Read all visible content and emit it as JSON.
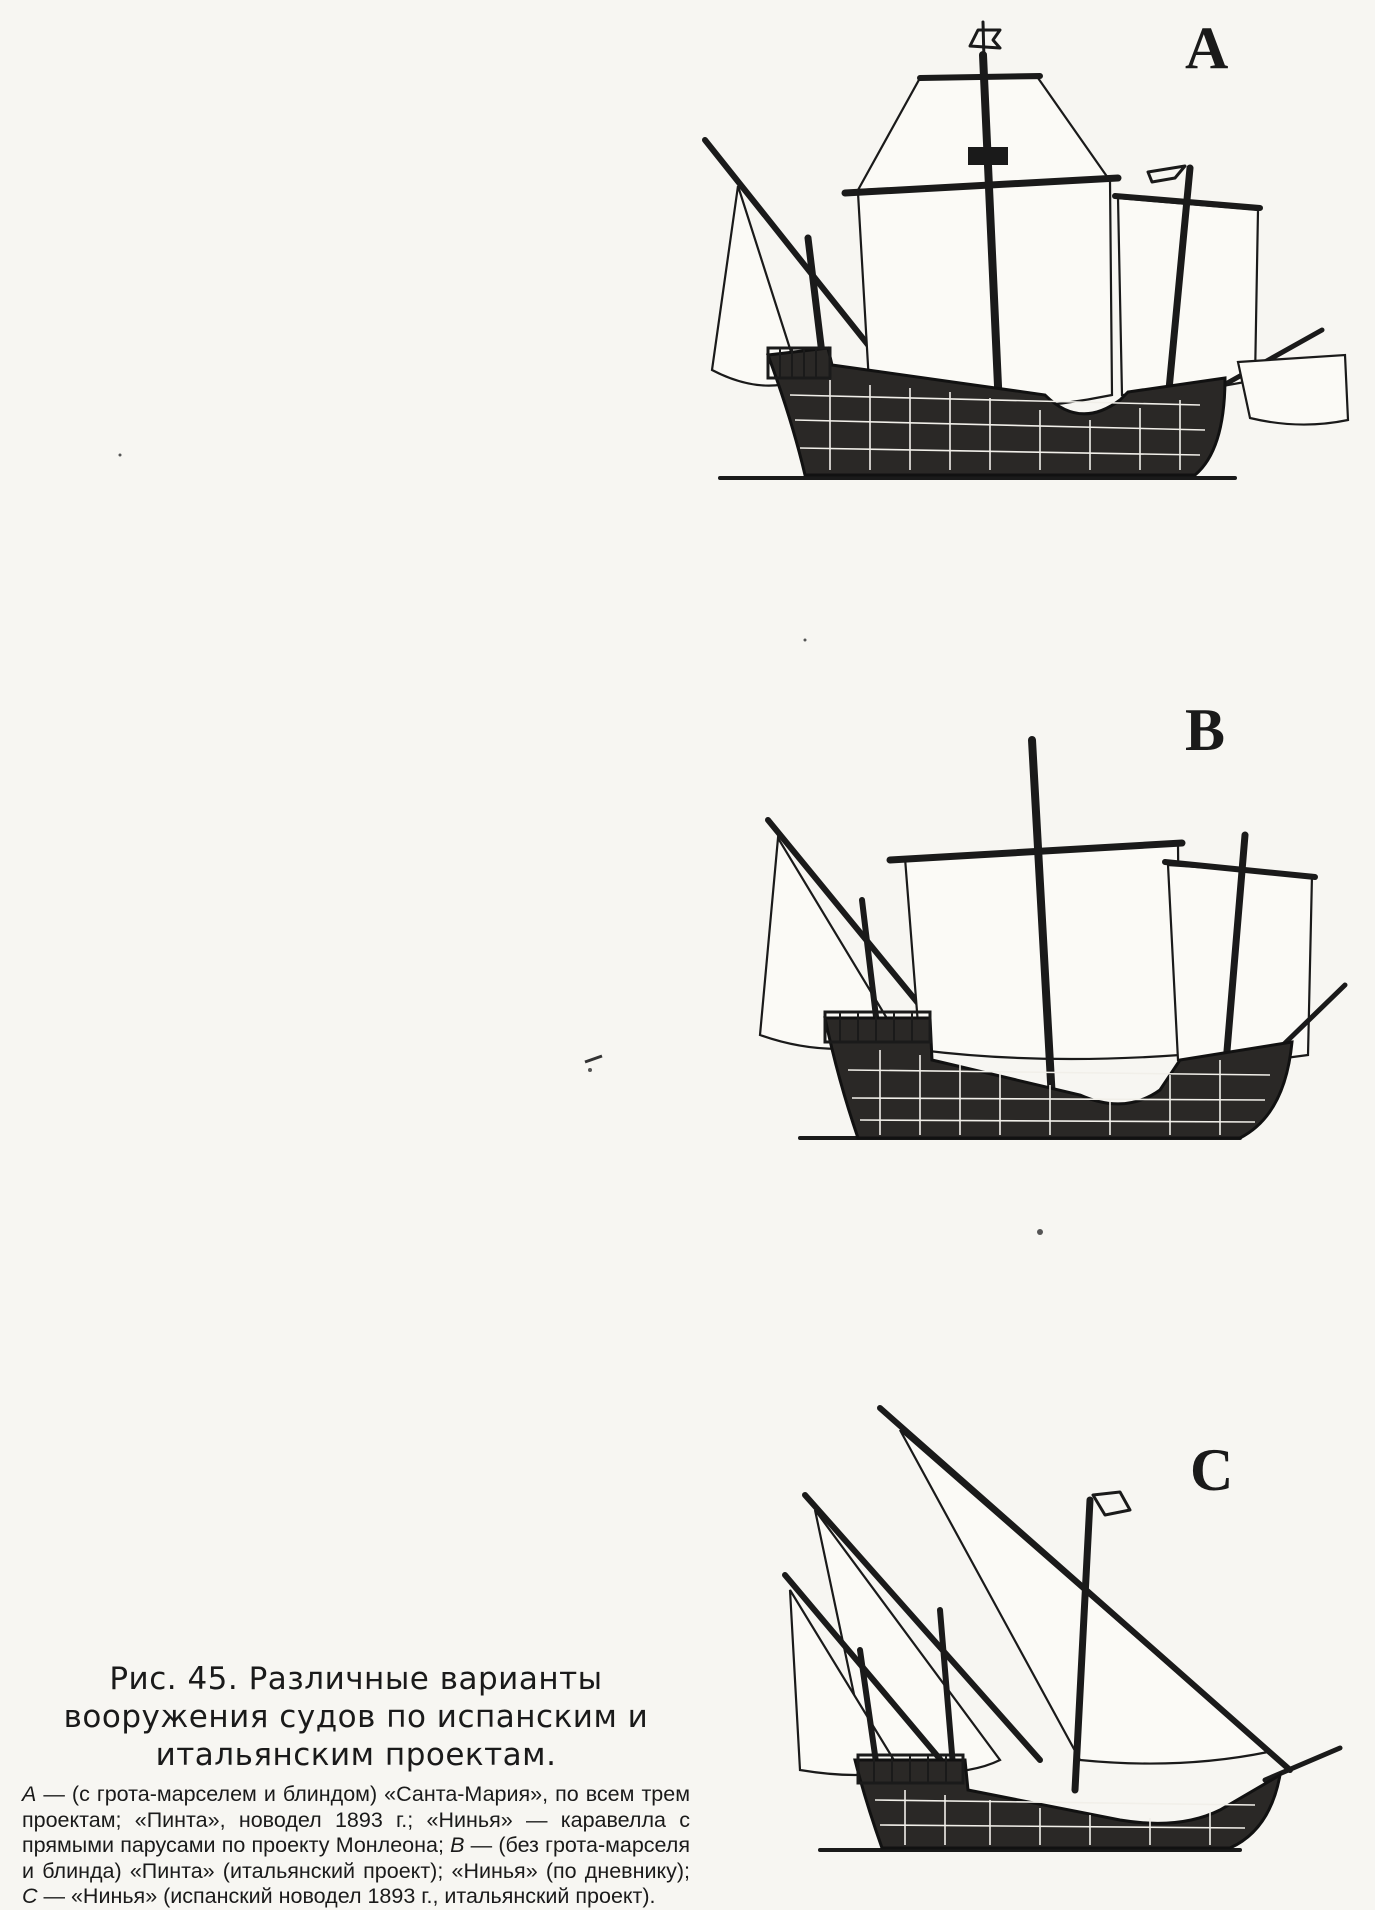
{
  "figure": {
    "labels": {
      "a": "A",
      "b": "B",
      "c": "C"
    },
    "caption_title": "Рис. 45. Различные варианты вооружения судов по испанским и итальянским проектам.",
    "caption_parts": [
      {
        "style": "italic",
        "text": "A"
      },
      {
        "style": "normal",
        "text": " — (с грота-марселем и блиндом) «Санта-Мария», по всем трем проектам; «Пинта», новодел 1893 г.; «Нинья» — каравелла с прямыми парусами по проекту Монлеона; "
      },
      {
        "style": "italic",
        "text": "B"
      },
      {
        "style": "normal",
        "text": " — (без грота-марселя и блинда) «Пинта» (итальянский проект); «Нинья» (по дневнику); "
      },
      {
        "style": "italic",
        "text": "C"
      },
      {
        "style": "normal",
        "text": " — «Нинья» (испанский новодел 1893 г., итальянский проект)."
      }
    ]
  },
  "colors": {
    "ink": "#1a1a1a",
    "paper": "#f7f6f2"
  }
}
